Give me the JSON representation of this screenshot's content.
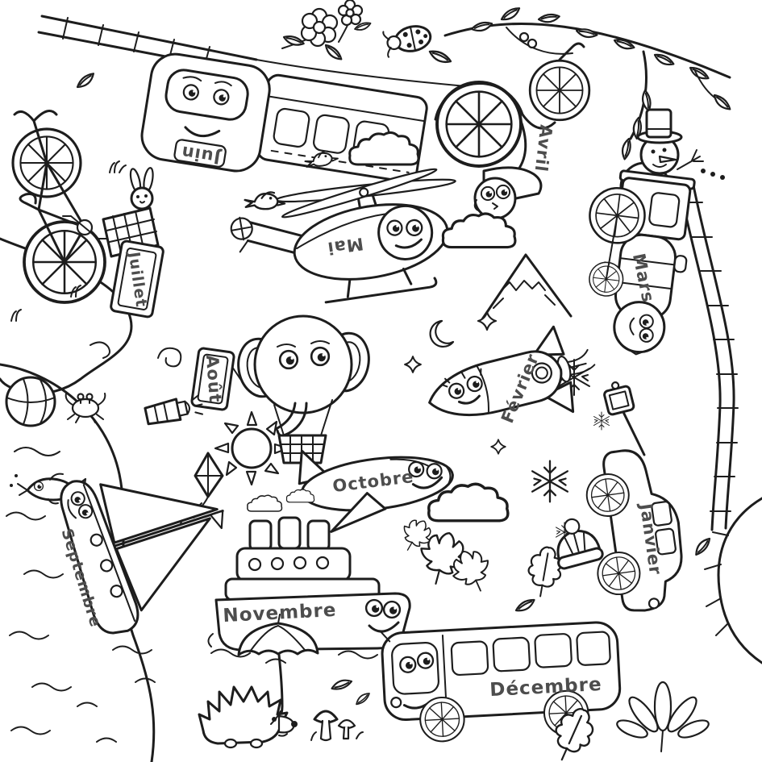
{
  "page": {
    "background_color": "#ffffff",
    "line_color": "#1d1d1d",
    "label_color": "#4d4d4d"
  },
  "labels": {
    "janvier": "Janvier",
    "fevrier": "Février",
    "mars": "Mars",
    "avril": "Avril",
    "mai": "Mai",
    "juin": "Juin",
    "juillet": "Juillet",
    "aout": "Août",
    "septembre": "Septembre",
    "octobre": "Octobre",
    "novembre": "Novembre",
    "decembre": "Décembre"
  },
  "scene": {
    "janvier_vehicle": "taxi",
    "fevrier_vehicle": "rocket",
    "mars_vehicle": "locomotive",
    "avril_vehicle": "scooter",
    "mai_vehicle": "helicopter",
    "juin_vehicle": "train",
    "juillet_vehicle": "bicycle",
    "aout_vehicle": "hot-air-balloon",
    "septembre_vehicle": "sailboat",
    "octobre_vehicle": "airplane",
    "novembre_vehicle": "steamship",
    "decembre_vehicle": "bus"
  }
}
